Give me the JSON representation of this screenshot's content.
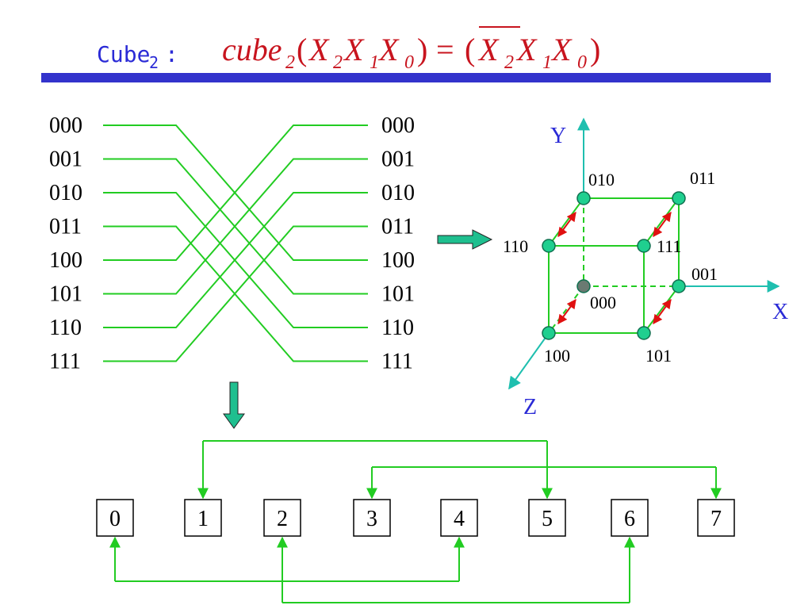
{
  "title": {
    "label": "Cube",
    "label_sub": "2",
    "colon": ":",
    "formula": {
      "lhs_name": "cube",
      "lhs_sub": "2",
      "open_paren": "(",
      "x2": "X",
      "x2_sub": "2",
      "x1": "X",
      "x1_sub": "1",
      "x0": "X",
      "x0_sub": "0",
      "close_paren": ")",
      "equals": "=",
      "rhs_open": "(",
      "rhs_x2": "X",
      "rhs_x2_sub": "2",
      "rhs_x1": "X",
      "rhs_x1_sub": "1",
      "rhs_x0": "X",
      "rhs_x0_sub": "0",
      "rhs_close": ")"
    }
  },
  "network": {
    "inputs": [
      "000",
      "001",
      "010",
      "011",
      "100",
      "101",
      "110",
      "111"
    ],
    "outputs": [
      "000",
      "001",
      "010",
      "011",
      "100",
      "101",
      "110",
      "111"
    ],
    "connections": [
      [
        0,
        4
      ],
      [
        1,
        5
      ],
      [
        2,
        6
      ],
      [
        3,
        7
      ],
      [
        4,
        0
      ],
      [
        5,
        1
      ],
      [
        6,
        2
      ],
      [
        7,
        3
      ]
    ]
  },
  "cube": {
    "axes": {
      "x": "X",
      "y": "Y",
      "z": "Z"
    },
    "nodes": {
      "n000": "000",
      "n001": "001",
      "n010": "010",
      "n011": "011",
      "n100": "100",
      "n101": "101",
      "n110": "110",
      "n111": "111"
    }
  },
  "ring": {
    "boxes": [
      "0",
      "1",
      "2",
      "3",
      "4",
      "5",
      "6",
      "7"
    ],
    "links": [
      [
        1,
        5
      ],
      [
        3,
        7
      ],
      [
        0,
        4
      ],
      [
        2,
        6
      ]
    ]
  },
  "colors": {
    "title_blue": "#2a2ad6",
    "formula_red": "#c8141e",
    "wire_green": "#22cc22",
    "node_teal": "#1fcf8f",
    "axis_teal": "#1fbfaf",
    "arrow_red": "#e01010",
    "bar_blue": "#3333cc",
    "node_gray": "#6a7a72"
  }
}
